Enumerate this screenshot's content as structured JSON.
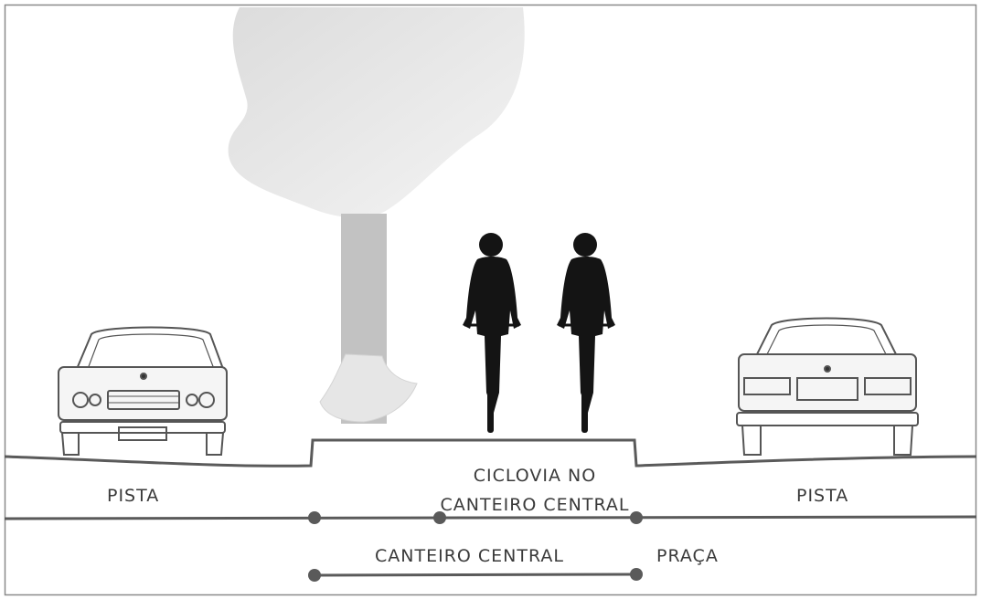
{
  "labels": {
    "left_lane": "PISTA",
    "right_lane": "PISTA",
    "bike_lane_line1": "CICLOVIA NO",
    "bike_lane_line2": "CANTEIRO CENTRAL",
    "median": "CANTEIRO CENTRAL",
    "square": "PRAÇA"
  },
  "colors": {
    "line": "#5a5a5a",
    "tree_canopy": "#e2e2e2",
    "tree_trunk": "#c2c2c2",
    "cyclist": "#141414",
    "car_outline": "#555555"
  },
  "icons": [
    "tree-icon",
    "car-front-icon",
    "cyclist-icon",
    "car-rear-icon"
  ]
}
